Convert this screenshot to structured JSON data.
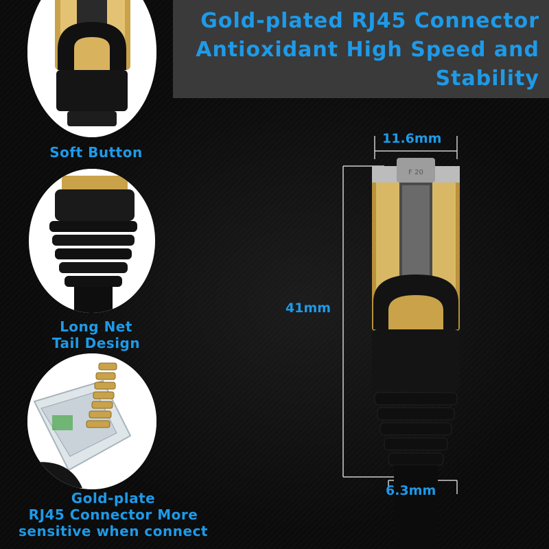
{
  "banner": {
    "line1": "Gold-plated RJ45 Connector",
    "line2": "Antioxidant High Speed and",
    "line3": "Stability"
  },
  "features": [
    {
      "caption": "Soft Button"
    },
    {
      "caption_line1": "Long Net",
      "caption_line2": "Tail Design"
    },
    {
      "caption_line1": "Gold-plate",
      "caption_line2": "RJ45 Connector More",
      "caption_line3": "sensitive when connect"
    }
  ],
  "dimensions": {
    "width_top": "11.6mm",
    "length": "41mm",
    "width_cable": "6.3mm"
  },
  "connector_mark": "F 20",
  "colors": {
    "accent": "#1e9ae8",
    "banner_bg": "#3a3a3a",
    "gold": "#c9a24a"
  }
}
